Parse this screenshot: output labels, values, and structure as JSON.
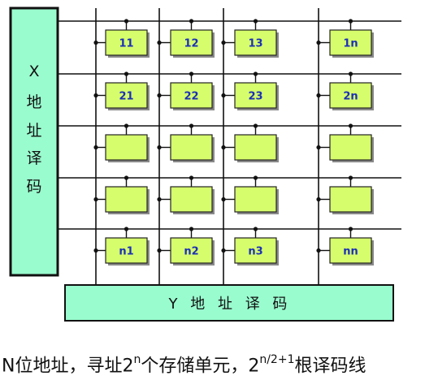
{
  "x_decoder": {
    "label_lines": [
      "X",
      "地",
      "址",
      "译",
      "码"
    ],
    "fill": "#99fcce"
  },
  "y_decoder": {
    "label": "Y 地 址 译 码",
    "fill": "#99fcce"
  },
  "cell_fill": "#d6fd6c",
  "cell_label_color": "#1c2fb7",
  "grid": {
    "rows": [
      [
        "11",
        "12",
        "13",
        "1n"
      ],
      [
        "21",
        "22",
        "23",
        "2n"
      ],
      [
        "",
        "",
        "",
        ""
      ],
      [
        "",
        "",
        "",
        ""
      ],
      [
        "n1",
        "n2",
        "n3",
        "nn"
      ]
    ]
  },
  "caption": {
    "part1": "N位地址，寻址2",
    "sup1": "n",
    "part2": "个存储单元，2",
    "sup2": "n/2+1",
    "part3": "根译码线"
  }
}
